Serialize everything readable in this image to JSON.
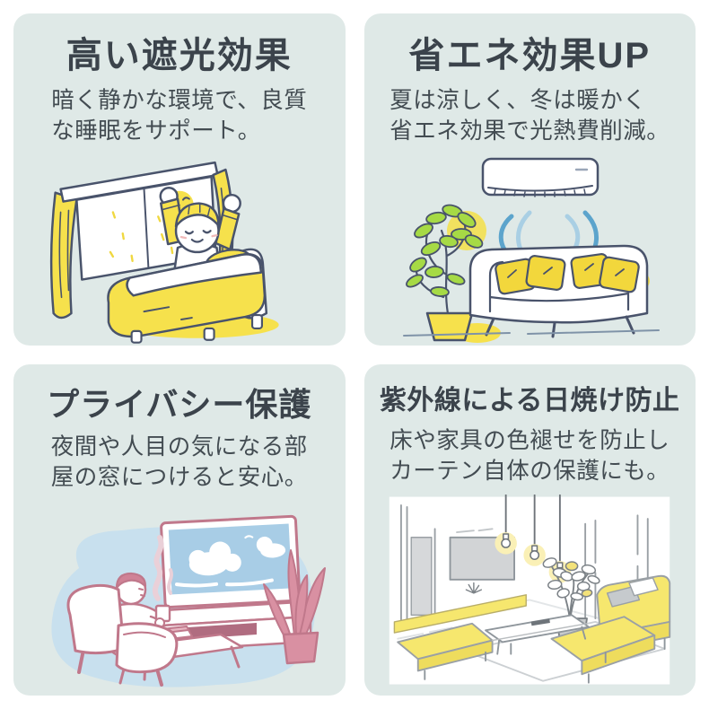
{
  "page": {
    "type": "product-feature-infographic",
    "subject": "blackout curtains benefits",
    "background": "#ffffff"
  },
  "colors": {
    "panel_background": "#dfe9e7",
    "heading_text": "#3b434b",
    "body_text": "#434c52",
    "accent_yellow": "#f6e14c",
    "outline_navy": "#49536b",
    "air_blue": "#5ca4cc",
    "scene_blue": "#c8e0ee",
    "sky_blue": "#a8cde6",
    "pink": "#c0788b",
    "leaf_green": "#a6da45"
  },
  "panels": [
    {
      "id": "blackout",
      "title": "高い遮光効果",
      "description": "暗く静かな環境で、良質\nな睡眠をサポート。",
      "illustration": "person-waking-up-in-bed-by-window-with-yellow-curtains-and-smiling-sun"
    },
    {
      "id": "energy-saving",
      "title": "省エネ効果UP",
      "description": "夏は涼しく、冬は暖かく\n省エネ効果で光熱費削減。",
      "illustration": "air-conditioner-blowing-cool-air-over-sofa-with-yellow-cushions-and-potted-plant"
    },
    {
      "id": "privacy",
      "title": "プライバシー保護",
      "description": "夜間や人目の気になる部\n屋の窓につけると安心。",
      "illustration": "person-in-armchair-with-hot-drink-watching-tv-pink-and-blue-scene"
    },
    {
      "id": "uv-protection",
      "title": "紫外線による日焼け防止",
      "description": "床や家具の色褪せを防止し\nカーテン自体の保護にも。",
      "illustration": "bright-living-room-with-pendant-lights-yellow-sofa-and-plant"
    }
  ]
}
